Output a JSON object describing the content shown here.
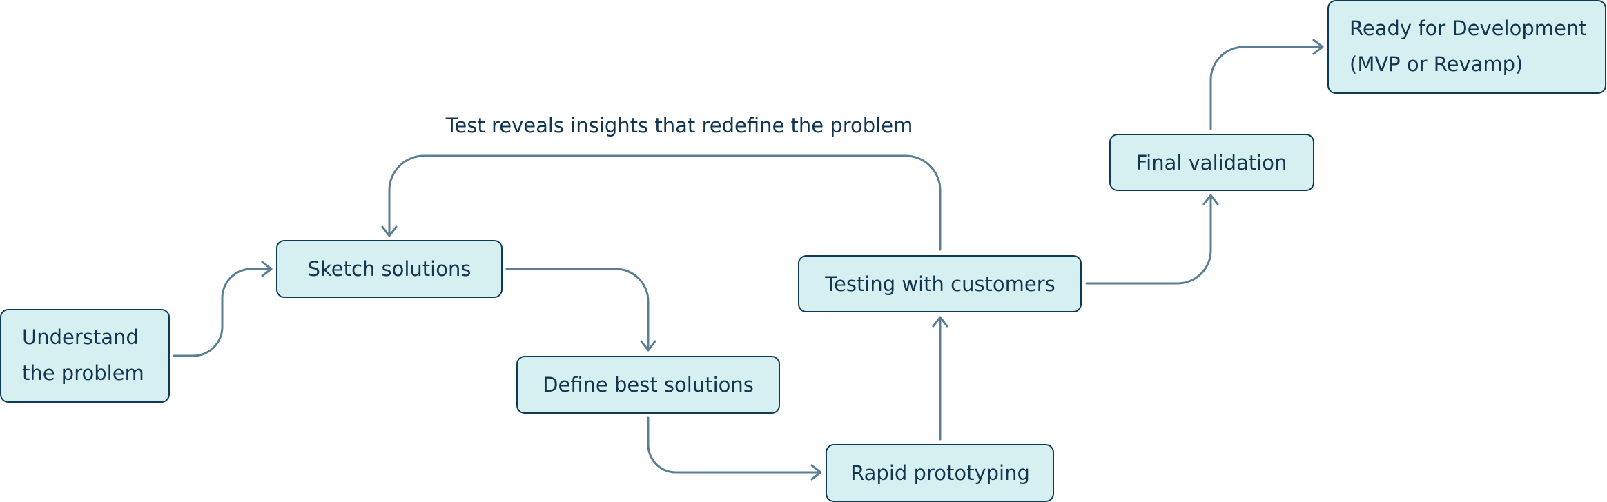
{
  "nodes": {
    "understand": {
      "line1": "Understand",
      "line2": "the problem"
    },
    "sketch": {
      "label": "Sketch solutions"
    },
    "define": {
      "label": "Define best solutions"
    },
    "prototype": {
      "label": "Rapid prototyping"
    },
    "testing": {
      "label": "Testing with customers"
    },
    "validation": {
      "label": "Final validation"
    },
    "ready": {
      "line1": "Ready for Development",
      "line2": "(MVP or Revamp)"
    }
  },
  "edges": {
    "loop_label": "Test reveals insights that redefine the problem"
  },
  "colors": {
    "node_fill": "#d6f0f1",
    "node_border": "#0e3a55",
    "connector": "#5a7e93",
    "text": "#12364f"
  }
}
